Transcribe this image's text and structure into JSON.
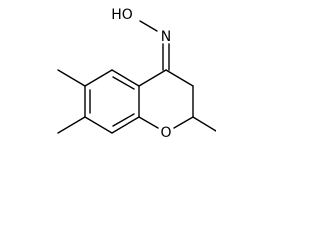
{
  "molecule": {
    "atoms": {
      "hydroxyl": "HO",
      "oxime_n": "N",
      "ring_o": "O"
    }
  },
  "colors": {
    "bond": "#000000",
    "text": "#000000",
    "background": "#ffffff"
  }
}
